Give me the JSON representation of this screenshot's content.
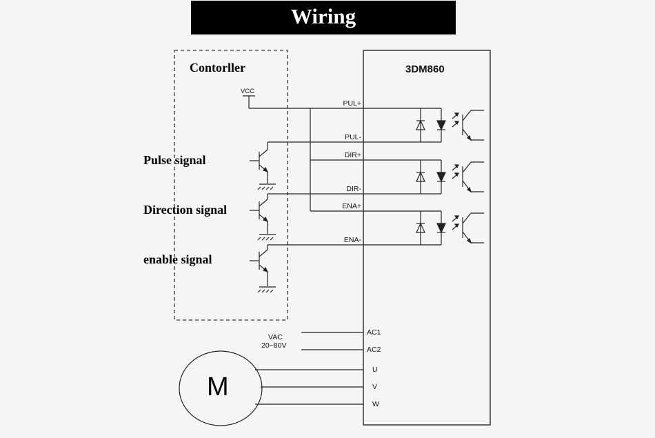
{
  "title": "Wiring",
  "controller": {
    "label": "Contorller",
    "vcc": "VCC",
    "signals": [
      "Pulse signal",
      "Direction signal",
      "enable signal"
    ]
  },
  "driver": {
    "name": "3DM860",
    "signal_pins": [
      "PUL+",
      "PUL-",
      "DIR+",
      "DIR-",
      "ENA+",
      "ENA-"
    ],
    "power_pins": [
      "AC1",
      "AC2"
    ],
    "motor_pins": [
      "U",
      "V",
      "W"
    ]
  },
  "power": {
    "label": "VAC",
    "range": "20~80V"
  },
  "motor": {
    "label": "M"
  }
}
